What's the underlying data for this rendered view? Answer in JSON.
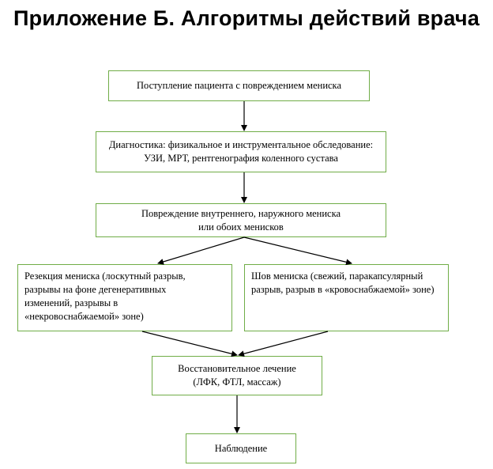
{
  "title": "Приложение Б. Алгоритмы действий врача",
  "nodes": {
    "admission": "Поступление пациента с повреждением мениска",
    "diagnostics": "Диагностика: физикальное и инструментальное обследование:\nУЗИ, МРТ, рентгенография коленного сустава",
    "damage": "Повреждение внутреннего, наружного мениска\nили обоих менисков",
    "resection": "Резекция мениска (лоскутный разрыв,\nразрывы на фоне дегенеративных\nизменений, разрывы в\n«некровоснабжаемой» зоне)",
    "suture": "Шов мениска (свежий, паракапсулярный\nразрыв, разрыв в «кровоснабжаемой» зоне)",
    "rehab": "Восстановительное лечение\n(ЛФК, ФТЛ, массаж)",
    "observation": "Наблюдение"
  },
  "colors": {
    "box_border": "#70ad47",
    "arrow": "#000000"
  }
}
